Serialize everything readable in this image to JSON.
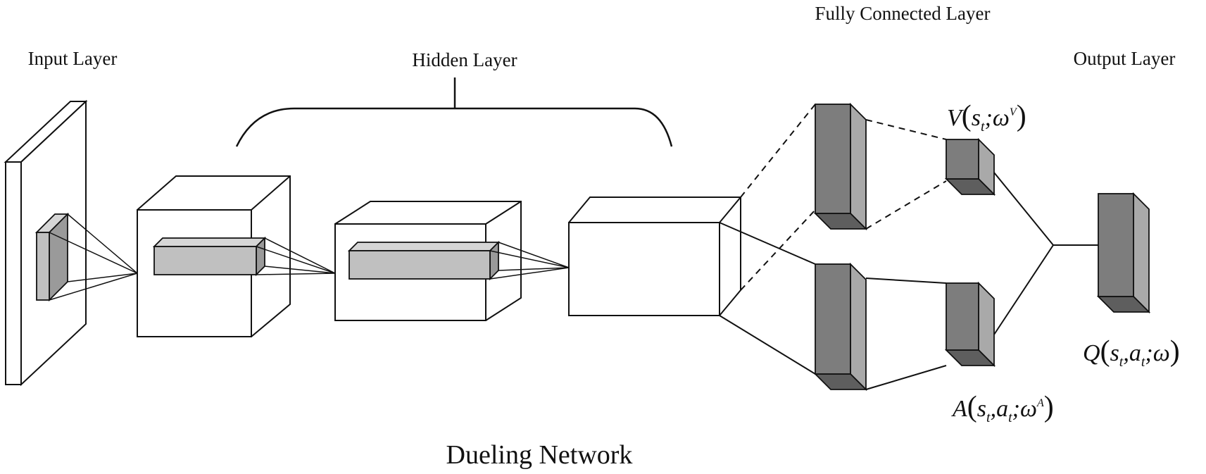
{
  "labels": {
    "input_layer": "Input Layer",
    "hidden_layer": "Hidden Layer",
    "fully_connected_layer": "Fully Connected Layer",
    "output_layer": "Output Layer",
    "caption": "Dueling Network"
  },
  "formulas": {
    "value": {
      "fn": "V",
      "arg1": "s",
      "arg1_sub": "t",
      "sep": ";",
      "param": "ω",
      "param_sup": "V"
    },
    "advantage": {
      "fn": "A",
      "arg1": "s",
      "arg1_sub": "t",
      "arg2": "a",
      "arg2_sub": "t",
      "sep": ";",
      "param": "ω",
      "param_sup": "A"
    },
    "q_value": {
      "fn": "Q",
      "arg1": "s",
      "arg1_sub": "t",
      "arg2": "a",
      "arg2_sub": "t",
      "sep": ";",
      "param": "ω"
    }
  },
  "colors": {
    "stroke": "#111111",
    "dark_front": "#7d7d7d",
    "dark_side": "#a9a9a9",
    "dark_bottom": "#5e5e5e",
    "light_front": "#c0c0c0",
    "light_top": "#d6d6d6",
    "light_side": "#9a9a9a"
  }
}
